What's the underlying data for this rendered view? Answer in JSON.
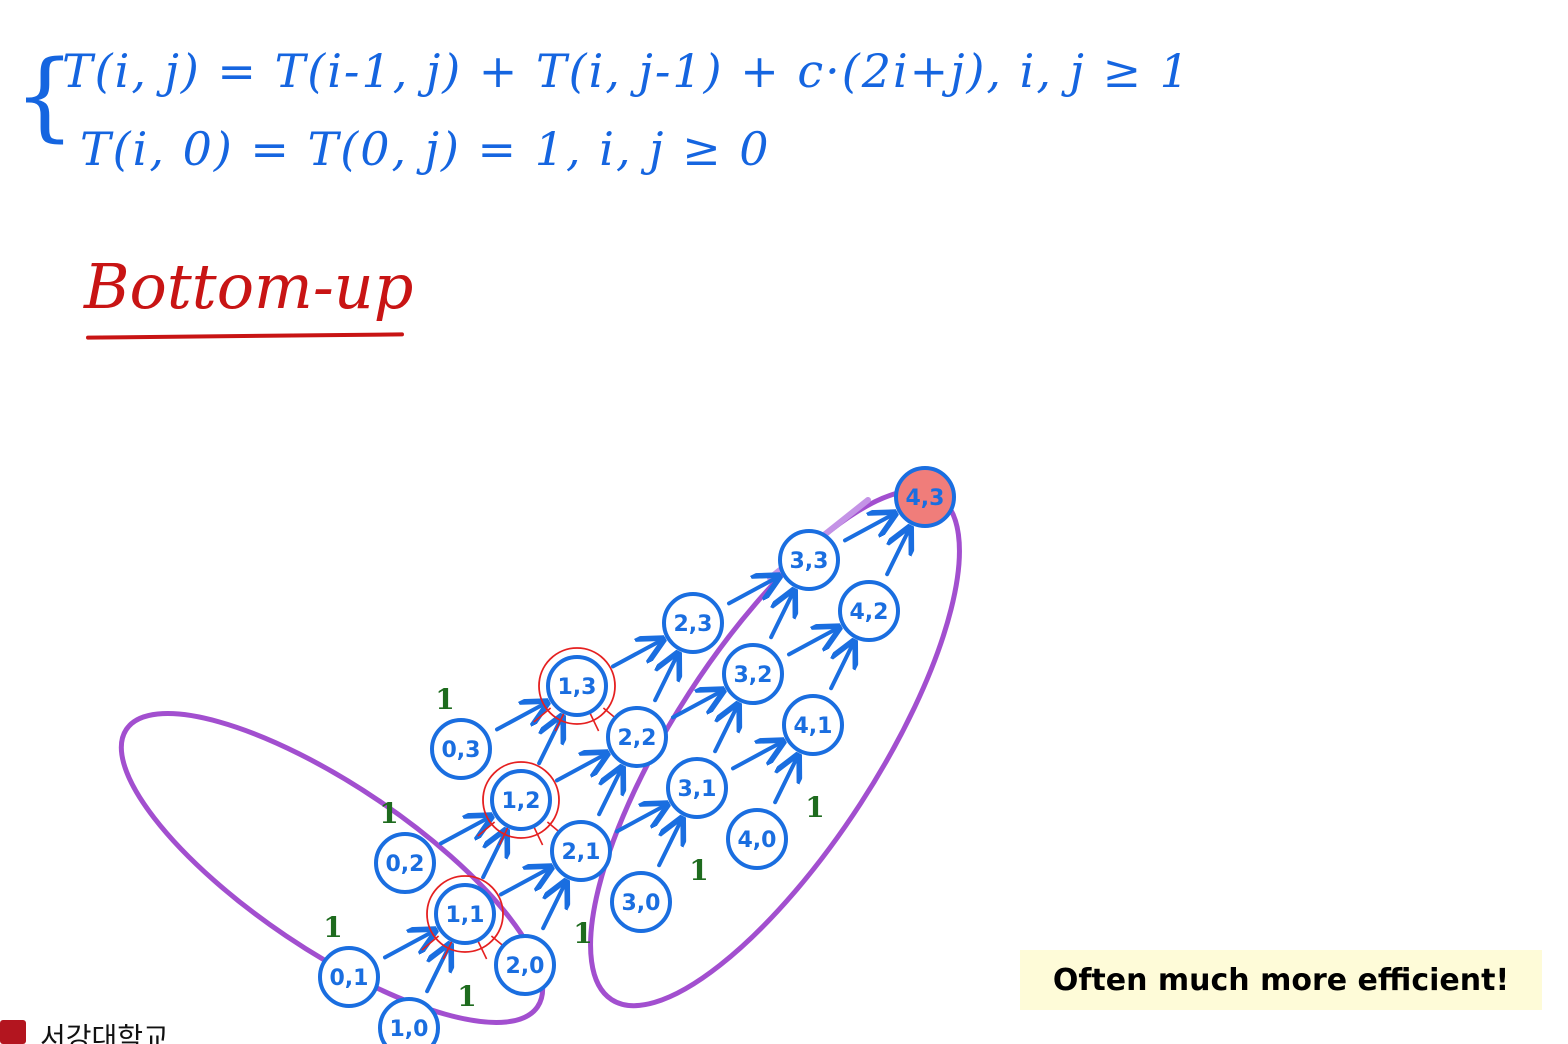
{
  "slide": {
    "equations": {
      "line1": "T(i, j) = T(i-1, j) + T(i, j-1) + c·(2i+j),  i, j ≥ 1",
      "line2": "T(i, 0) = T(0, j) = 1,  i, j ≥ 0"
    },
    "method_title": "Bottom-up",
    "note": "Often much more efficient!",
    "logo_text": "서강대학교"
  },
  "diagram": {
    "colors": {
      "node_stroke": "#1a6ee0",
      "arrow": "#1a6ee0",
      "target_fill": "#f07d7a",
      "red_mark": "#e52020",
      "ellipse": "#a24fcf",
      "one_label": "#1e6b1e"
    },
    "nodes": [
      {
        "label": "4,3",
        "highlight": true
      },
      {
        "label": "4,2"
      },
      {
        "label": "3,3"
      },
      {
        "label": "4,1"
      },
      {
        "label": "3,2"
      },
      {
        "label": "2,3"
      },
      {
        "label": "4,0"
      },
      {
        "label": "3,1"
      },
      {
        "label": "2,2"
      },
      {
        "label": "1,3",
        "marked": true
      },
      {
        "label": "3,0"
      },
      {
        "label": "2,1"
      },
      {
        "label": "1,2",
        "marked": true
      },
      {
        "label": "0,3"
      },
      {
        "label": "2,0"
      },
      {
        "label": "1,1",
        "marked": true
      },
      {
        "label": "0,2"
      },
      {
        "label": "1,0"
      },
      {
        "label": "0,1"
      }
    ],
    "edges": [
      [
        "0,1",
        "1,1"
      ],
      [
        "1,0",
        "1,1"
      ],
      [
        "0,2",
        "1,2"
      ],
      [
        "1,1",
        "1,2"
      ],
      [
        "1,1",
        "2,1"
      ],
      [
        "2,0",
        "2,1"
      ],
      [
        "0,3",
        "1,3"
      ],
      [
        "1,2",
        "1,3"
      ],
      [
        "1,2",
        "2,2"
      ],
      [
        "2,1",
        "2,2"
      ],
      [
        "2,1",
        "3,1"
      ],
      [
        "3,0",
        "3,1"
      ],
      [
        "1,3",
        "2,3"
      ],
      [
        "2,2",
        "2,3"
      ],
      [
        "2,2",
        "3,2"
      ],
      [
        "3,1",
        "3,2"
      ],
      [
        "3,1",
        "4,1"
      ],
      [
        "4,0",
        "4,1"
      ],
      [
        "2,3",
        "3,3"
      ],
      [
        "3,2",
        "3,3"
      ],
      [
        "3,2",
        "4,2"
      ],
      [
        "4,1",
        "4,2"
      ],
      [
        "3,3",
        "4,3"
      ],
      [
        "4,2",
        "4,3"
      ]
    ],
    "base_value": "1"
  }
}
